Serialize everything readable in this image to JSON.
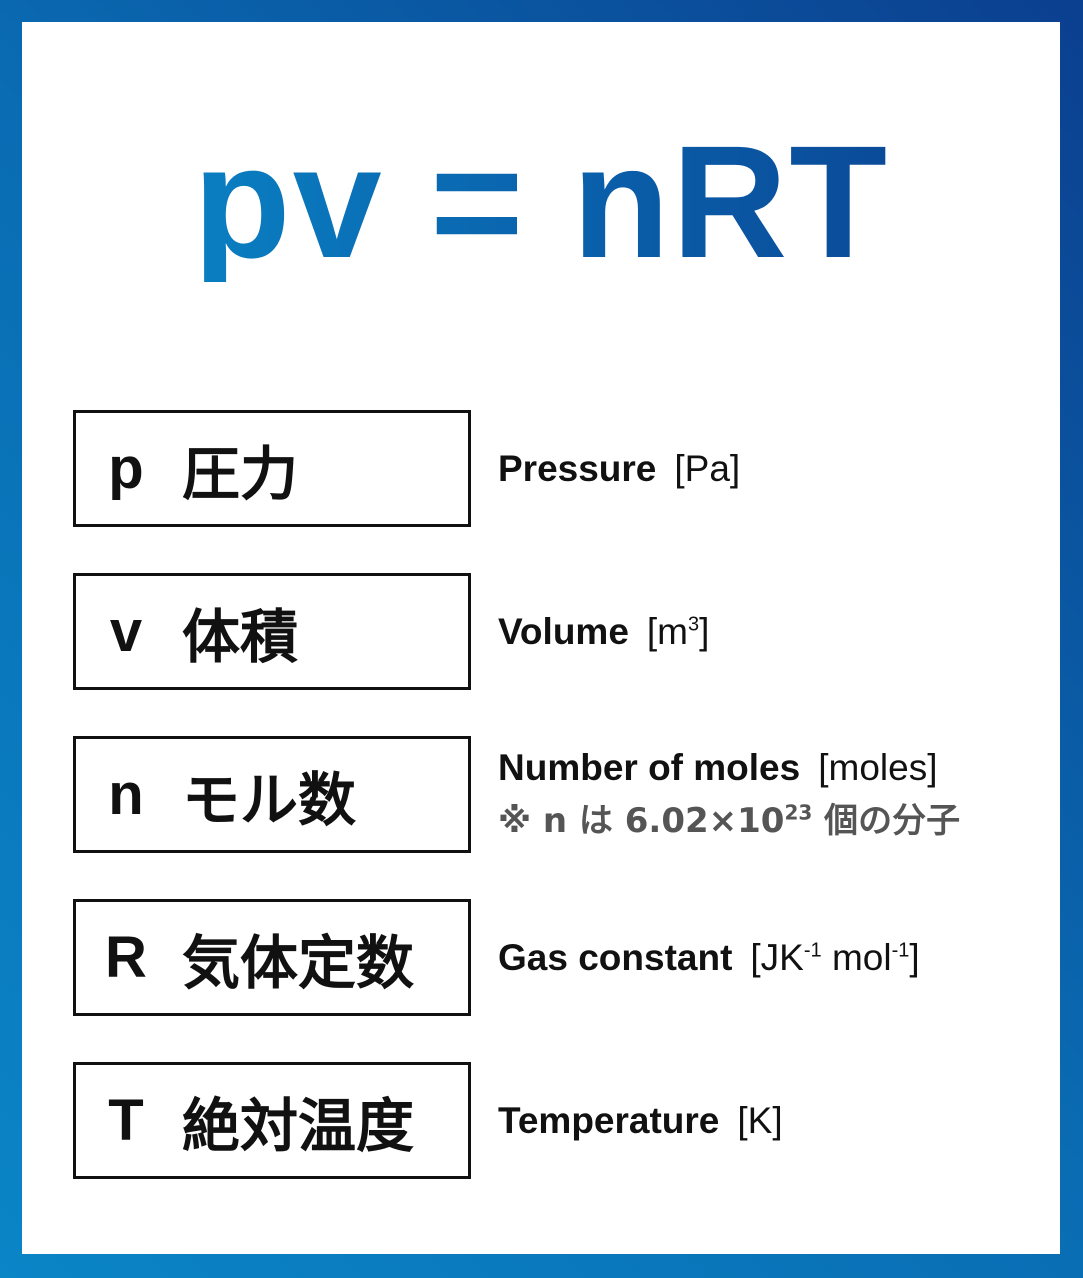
{
  "title": "pv = nRT",
  "rows": [
    {
      "symbol": "p",
      "jp": "圧力",
      "en": "Pressure",
      "unit": [
        "[Pa]"
      ]
    },
    {
      "symbol": "v",
      "jp": "体積",
      "en": "Volume",
      "unit": [
        "[m",
        "3",
        "]"
      ]
    },
    {
      "symbol": "n",
      "jp": "モル数",
      "en": "Number of moles",
      "unit": [
        "[moles]"
      ],
      "note": {
        "pre": "※ n は 6.02×10",
        "sup": "23",
        "post": " 個の分子"
      }
    },
    {
      "symbol": "R",
      "jp": "気体定数",
      "en": "Gas constant",
      "unit": [
        "[JK",
        "-1",
        " mol",
        "-1",
        "]"
      ]
    },
    {
      "symbol": "T",
      "jp": "絶対温度",
      "en": "Temperature",
      "unit": [
        "[K]"
      ]
    }
  ],
  "colors": {
    "frame_light": "#0a85c6",
    "frame_dark": "#0b3f8f"
  }
}
